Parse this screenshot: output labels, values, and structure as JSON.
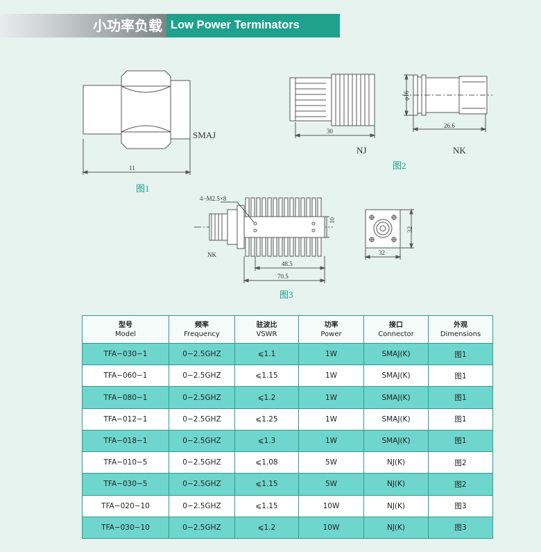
{
  "banner": {
    "title_cn": "小功率负载",
    "title_en": "Low Power Terminators"
  },
  "figures": {
    "fig1": {
      "caption": "图1",
      "connector": "SMAJ",
      "dim_length": "11"
    },
    "fig2": {
      "caption": "图2",
      "left_label": "NJ",
      "right_label": "NK",
      "dim_length_left": "30",
      "dim_diameter": "φ16",
      "dim_length_right": "26.6"
    },
    "fig3": {
      "caption": "图3",
      "label_nk": "NK",
      "thread": "4−M2.5×8",
      "dim_10": "10",
      "dim_48": "48.5",
      "dim_70": "70.5",
      "dim_32_v": "32",
      "dim_32_h": "32"
    }
  },
  "table": {
    "columns": [
      {
        "cn": "型号",
        "en": "Model"
      },
      {
        "cn": "频率",
        "en": "Frequency"
      },
      {
        "cn": "驻波比",
        "en": "VSWR"
      },
      {
        "cn": "功率",
        "en": "Power"
      },
      {
        "cn": "接口",
        "en": "Connector"
      },
      {
        "cn": "外观",
        "en": "Dimensions"
      }
    ],
    "rows": [
      [
        "TFA−030−1",
        "0−2.5GHZ",
        "⩽1.1",
        "1W",
        "SMAJ(K)",
        "图1"
      ],
      [
        "TFA−060−1",
        "0−2.5GHZ",
        "⩽1.15",
        "1W",
        "SMAJ(K)",
        "图1"
      ],
      [
        "TFA−080−1",
        "0−2.5GHZ",
        "⩽1.2",
        "1W",
        "SMAJ(K)",
        "图1"
      ],
      [
        "TFA−012−1",
        "0−2.5GHZ",
        "⩽1.25",
        "1W",
        "SMAJ(K)",
        "图1"
      ],
      [
        "TFA−018−1",
        "0−2.5GHZ",
        "⩽1.3",
        "1W",
        "SMAJ(K)",
        "图1"
      ],
      [
        "TFA−010−5",
        "0−2.5GHZ",
        "⩽1.08",
        "5W",
        "NJ(K)",
        "图2"
      ],
      [
        "TFA−030−5",
        "0−2.5GHZ",
        "⩽1.15",
        "5W",
        "NJ(K)",
        "图2"
      ],
      [
        "TFA−020−10",
        "0−2.5GHZ",
        "⩽1.15",
        "10W",
        "NJ(K)",
        "图3"
      ],
      [
        "TFA−030−10",
        "0−2.5GHZ",
        "⩽1.2",
        "10W",
        "NJ(K)",
        "图3"
      ]
    ]
  }
}
